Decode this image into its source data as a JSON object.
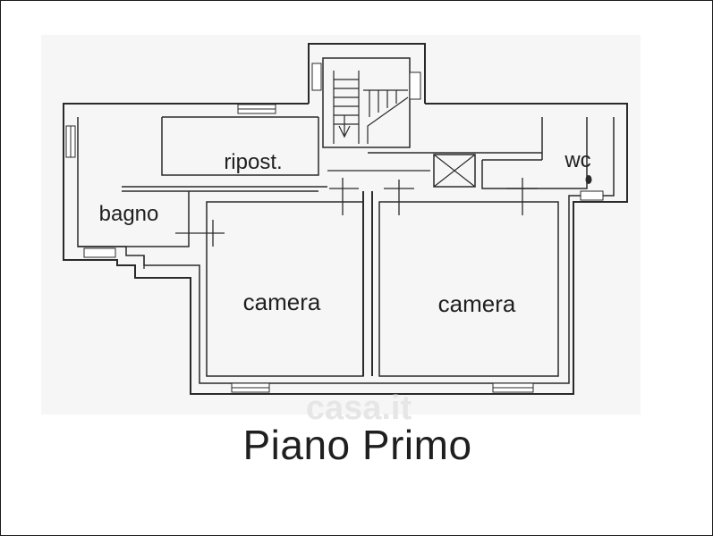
{
  "plan": {
    "rooms": [
      {
        "id": "ripost",
        "label": "ripost."
      },
      {
        "id": "wc",
        "label": "wc"
      },
      {
        "id": "bagno",
        "label": "bagno"
      },
      {
        "id": "camera-left",
        "label": "camera"
      },
      {
        "id": "camera-right",
        "label": "camera"
      }
    ],
    "watermark": "casa.it",
    "caption": "Piano Primo",
    "colors": {
      "ink": "#2a2a2a",
      "paper": "#ffffff",
      "watermark": "#e6e6e6"
    }
  }
}
